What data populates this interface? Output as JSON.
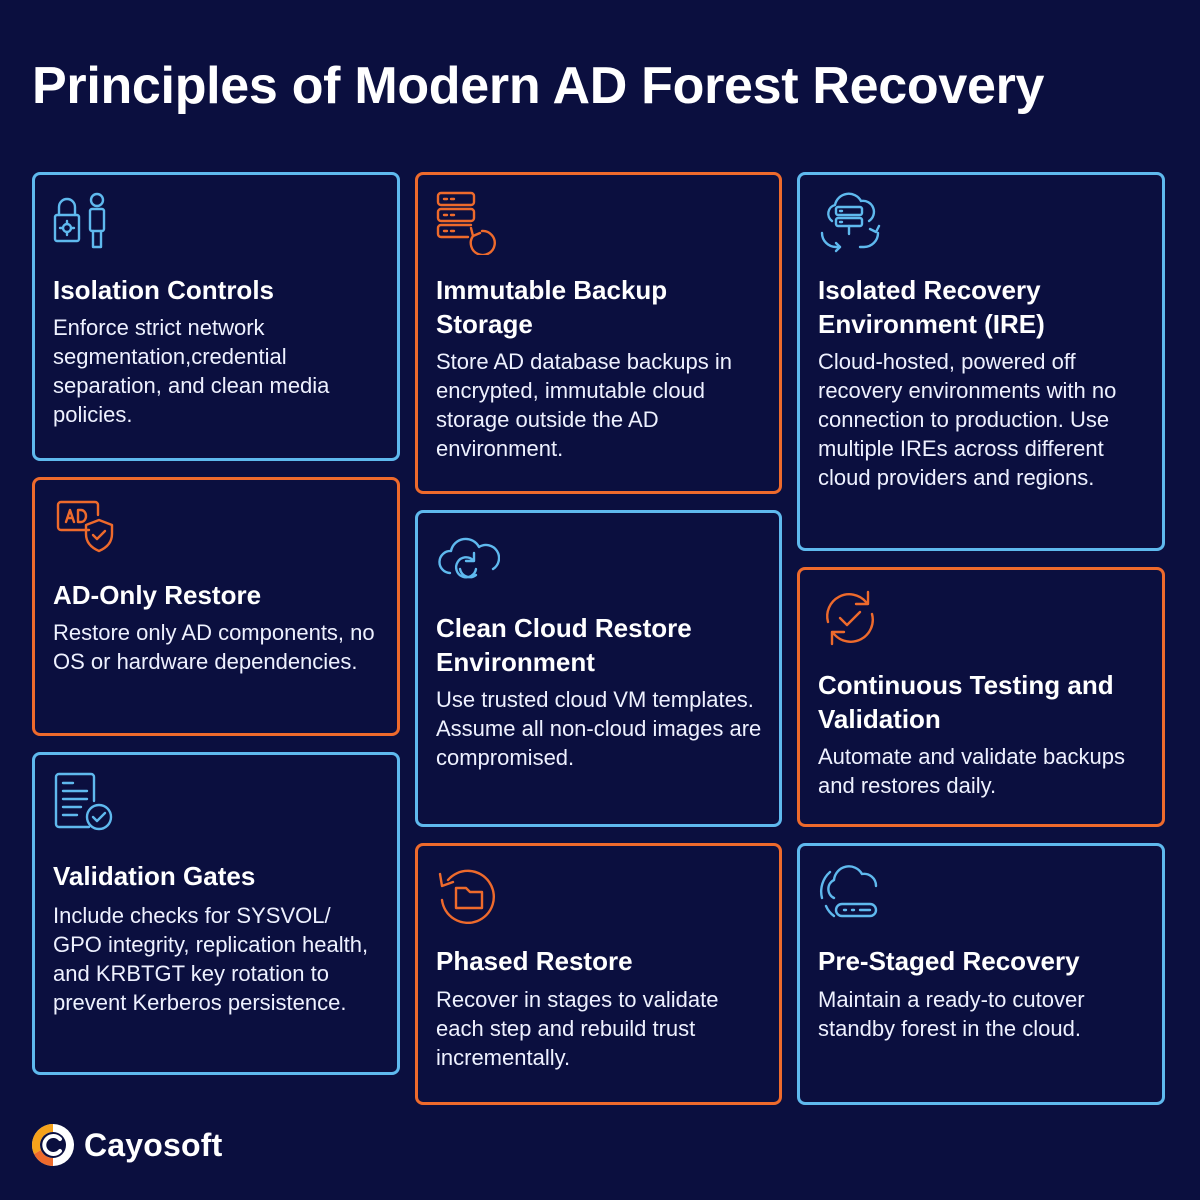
{
  "title": "Principles of Modern AD Forest Recovery",
  "colors": {
    "background": "#0b0f3f",
    "blue": "#5fb9ee",
    "orange": "#ee6a2c"
  },
  "cards": [
    {
      "icon": "lock-person-icon",
      "accent": "blue",
      "heading": "Isolation Controls",
      "text": "Enforce strict network segmentation,credential separation, and clean media policies."
    },
    {
      "icon": "ad-shield-icon",
      "accent": "orange",
      "heading": "AD-Only Restore",
      "text": "Restore only AD components, no OS or hardware dependencies."
    },
    {
      "icon": "document-check-icon",
      "accent": "blue",
      "heading": "Validation Gates",
      "text": "Include checks for SYSVOL/ GPO integrity, replication health, and KRBTGT key rotation to prevent Kerberos persistence."
    },
    {
      "icon": "server-restore-icon",
      "accent": "orange",
      "heading": "Immutable Backup Storage",
      "text": "Store AD database backups in encrypted, immutable cloud storage outside the AD environment."
    },
    {
      "icon": "cloud-refresh-icon",
      "accent": "blue",
      "heading": "Clean Cloud Restore Environment",
      "text": "Use trusted cloud VM templates. Assume all non-cloud images are compromised."
    },
    {
      "icon": "folder-restore-icon",
      "accent": "orange",
      "heading": "Phased Restore",
      "text": "Recover in stages to validate each step and rebuild trust incrementally."
    },
    {
      "icon": "cloud-server-sync-icon",
      "accent": "blue",
      "heading": "Isolated Recovery Environment (IRE)",
      "text": "Cloud-hosted, powered off recovery environments with no connection to production. Use multiple IREs across different cloud providers and regions."
    },
    {
      "icon": "cycle-check-icon",
      "accent": "orange",
      "heading": "Continuous Testing and Validation",
      "text": "Automate and validate backups and restores daily."
    },
    {
      "icon": "cloud-server-icon",
      "accent": "blue",
      "heading": "Pre-Staged Recovery",
      "text": "Maintain a ready-to cutover standby forest in the cloud."
    }
  ],
  "brand": {
    "name": "Cayosoft",
    "logo_icon": "cayosoft-logo-icon"
  }
}
